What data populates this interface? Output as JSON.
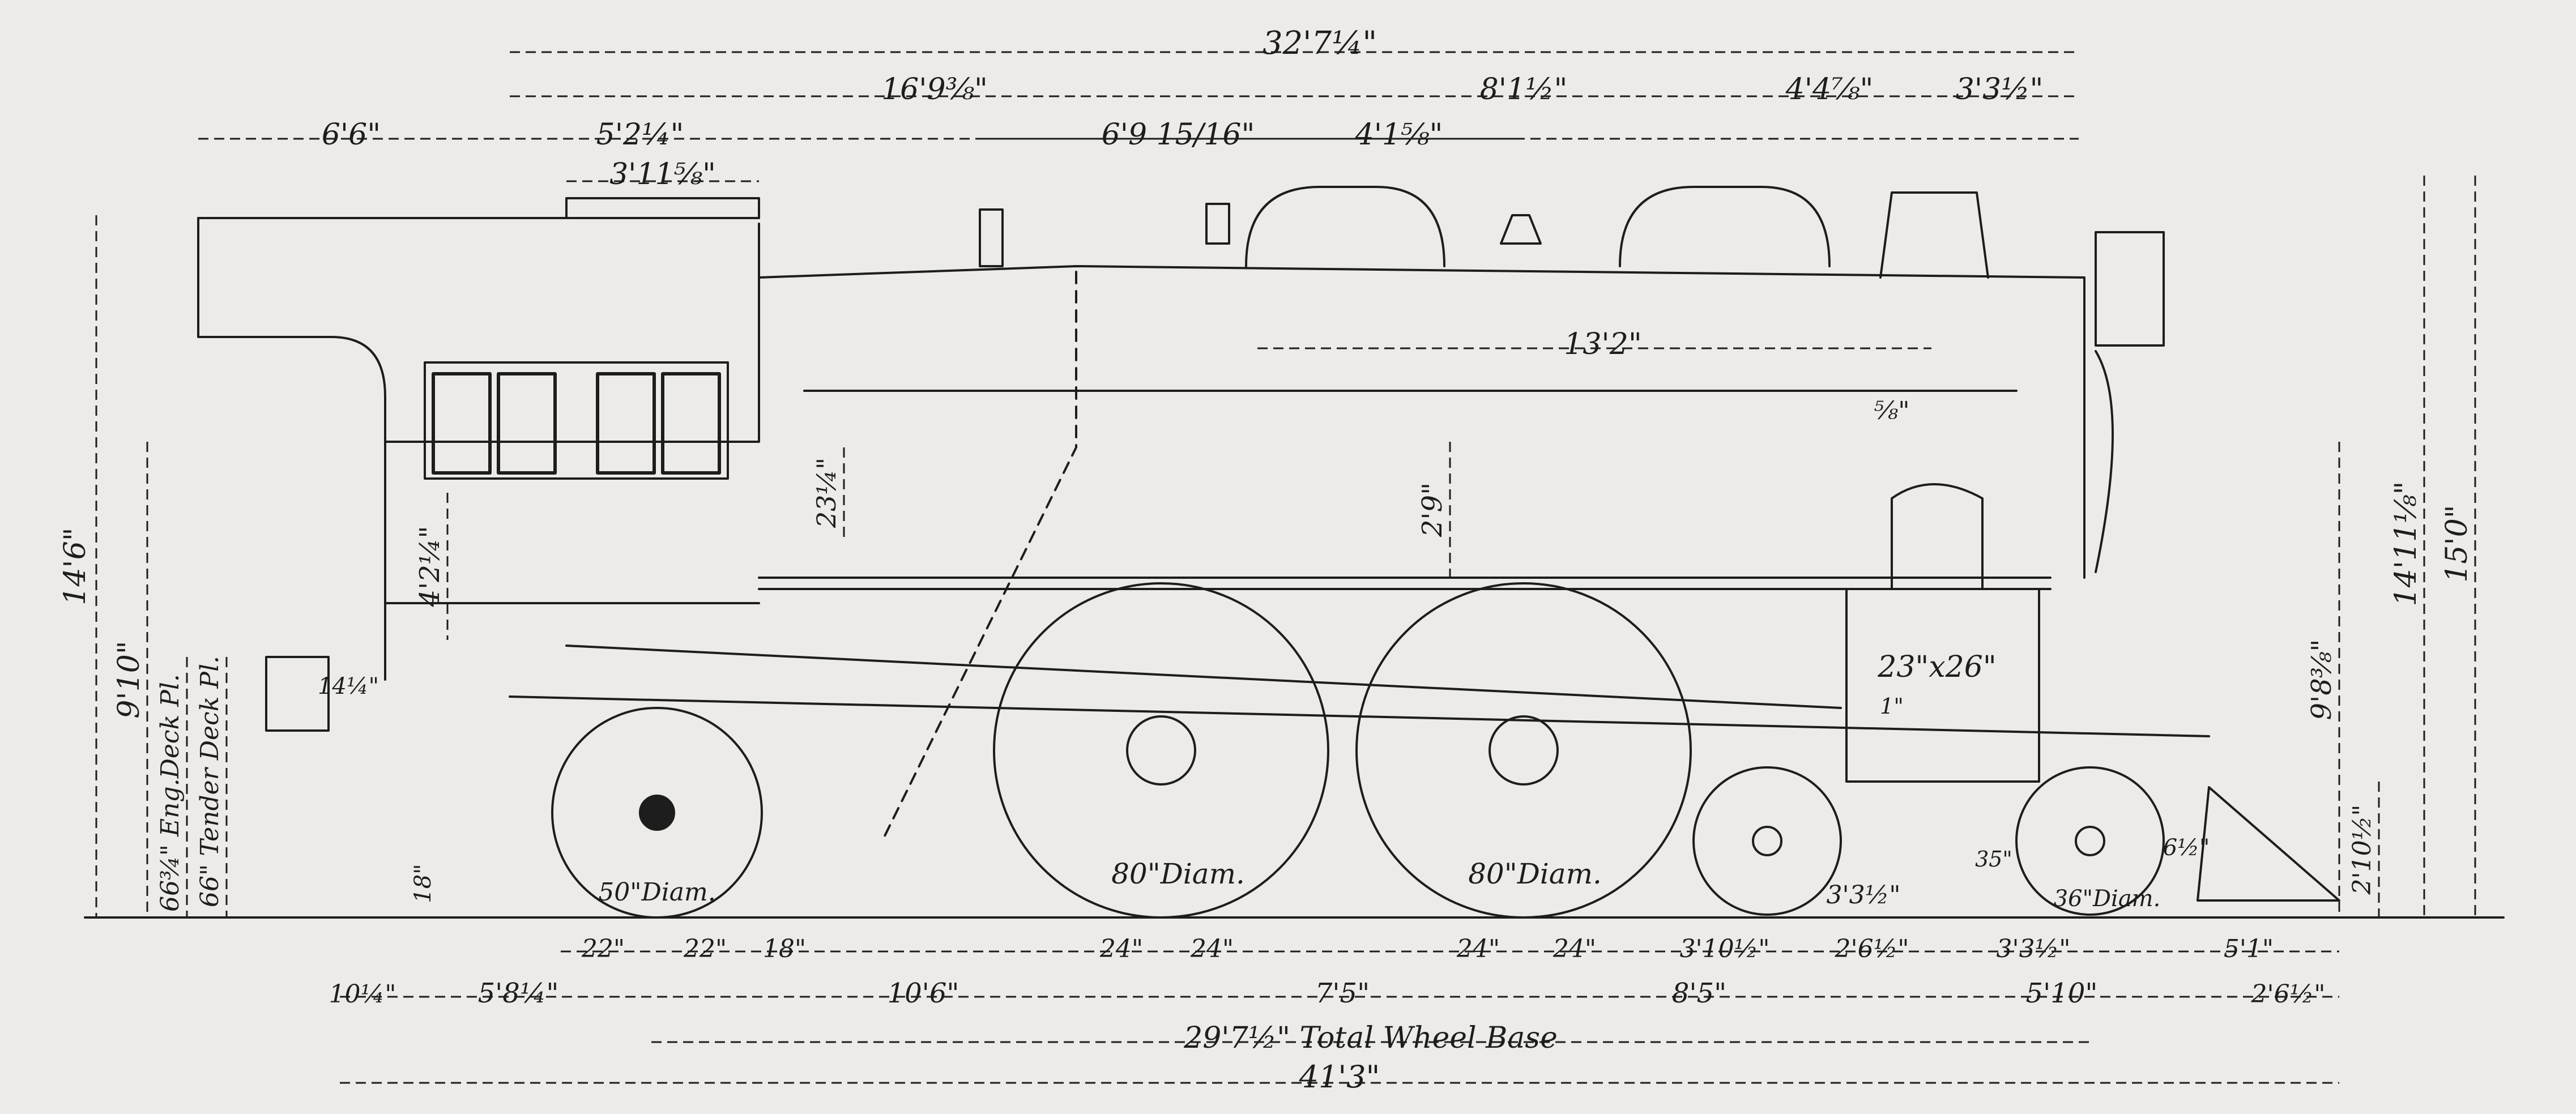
{
  "drawing": {
    "paper_color": "#ecebe8",
    "ink_color": "#1d1d1d",
    "dimensions": {
      "overall_length_top": "32'7¼\"",
      "front_overhang": "6'6\"",
      "cab_to_sandbox": "16'9⅜\"",
      "sandbox_to_stack": "8'1½\"",
      "stack_to_front": "4'4⅞\"",
      "front_end": "3'3½\"",
      "cab_front": "5'2¼\"",
      "cab_window": "3'11⅝\"",
      "whistle_to_dome": "6'9 15/16\"",
      "dome_to_sandbox": "4'1⅝\"",
      "boiler_tube": "13'2\"",
      "cab_deck_height": "14'6\"",
      "eng_deck": "66¾\" Eng.Deck Pl.",
      "tender_deck": "66\" Tender Deck Pl.",
      "cab_floor": "9'10\"",
      "seat_height": "4'2¼\"",
      "window_height": "23¼\"",
      "boiler_offset": "2'9\"",
      "small_offset": "⅝\"",
      "height_141": "14'11⅛\"",
      "height_150": "15'0\"",
      "center_height": "9'8⅜\"",
      "pilot_height": "2'10½\"",
      "pilot_clear": "6½\"",
      "trailing_clear": "18\"",
      "handrail_offset": "14¼\"",
      "cylinder": "23\"x26\"",
      "cylinder_offset": "1\"",
      "rod_offset": "35\"",
      "driver_diam_1": "80\"Diam.",
      "driver_diam_2": "80\"Diam.",
      "trailing_diam": "50\"Diam.",
      "pony_diam": "36\"Diam.",
      "pony_spacing": "3'3½\"",
      "trail_22a": "22\"",
      "trail_22b": "22\"",
      "trail_18": "18\"",
      "drv1_24a": "24\"",
      "drv1_24b": "24\"",
      "drv2_24a": "24\"",
      "drv2_24b": "24\"",
      "b_3_10": "3'10½\"",
      "b_2_6": "2'6½\"",
      "b_3_3": "3'3½\"",
      "b_5_1": "5'1\"",
      "rear_10": "10¼\"",
      "rear_5_8": "5'8¼\"",
      "wb_10_6": "10'6\"",
      "wb_7_5": "7'5\"",
      "wb_8_5": "8'5\"",
      "wb_5_10": "5'10\"",
      "front_2_6": "2'6½\"",
      "total_wheel_base": "29'7½\" Total Wheel Base",
      "overall_bottom": "41'3\""
    }
  }
}
